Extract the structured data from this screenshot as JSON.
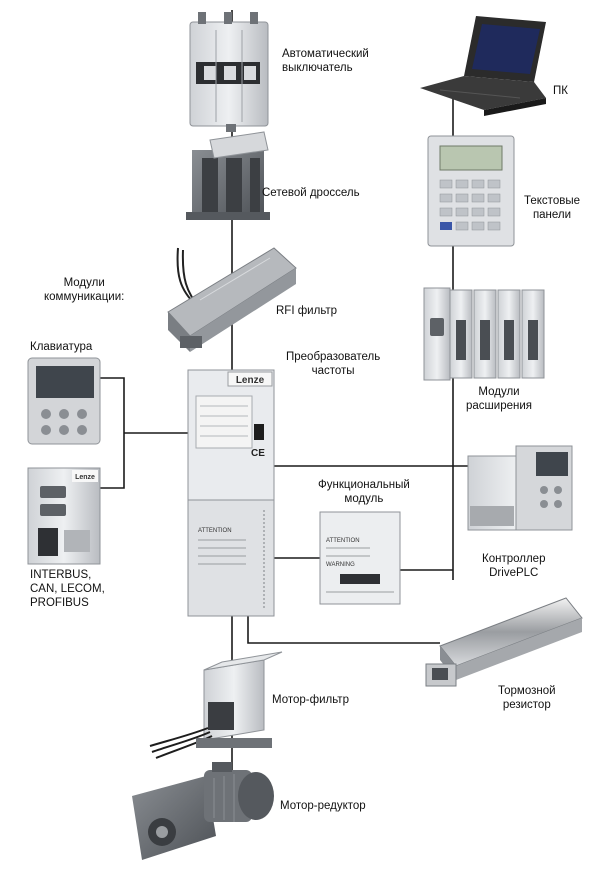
{
  "diagram": {
    "labels": {
      "breaker": [
        "Автоматический",
        "выключатель"
      ],
      "choke": "Сетевой дроссель",
      "rfi": "RFI фильтр",
      "comm_modules": [
        "Модули",
        "коммуникации:"
      ],
      "keypad": "Клавиатура",
      "bus_list": [
        "INTERBUS,",
        "CAN, LECOM,",
        "PROFIBUS"
      ],
      "inverter": [
        "Преобразователь",
        "частоты"
      ],
      "function_module": [
        "Функциональный",
        "модуль"
      ],
      "pc": "ПК",
      "text_panels": [
        "Текстовые",
        "панели"
      ],
      "expansion_modules": [
        "Модули",
        "расширения"
      ],
      "drive_plc": [
        "Контроллер",
        "DrivePLC"
      ],
      "brake_resistor": [
        "Тормозной",
        "резистор"
      ],
      "motor_filter": "Мотор-фильтр",
      "gear_motor": "Мотор-редуктор"
    },
    "device_marks": {
      "brand": "Lenze",
      "warning_title": "ATTENTION",
      "warning_title_2": "WARNING",
      "ce_mark": "CE"
    },
    "colors": {
      "line": "#1a1a1a",
      "device_light": "#e4e6e9",
      "device_mid": "#b9bcc1",
      "device_dark": "#6e7277",
      "screen": "#1f2a5c",
      "laptop_body": "#2b2b2b"
    }
  }
}
